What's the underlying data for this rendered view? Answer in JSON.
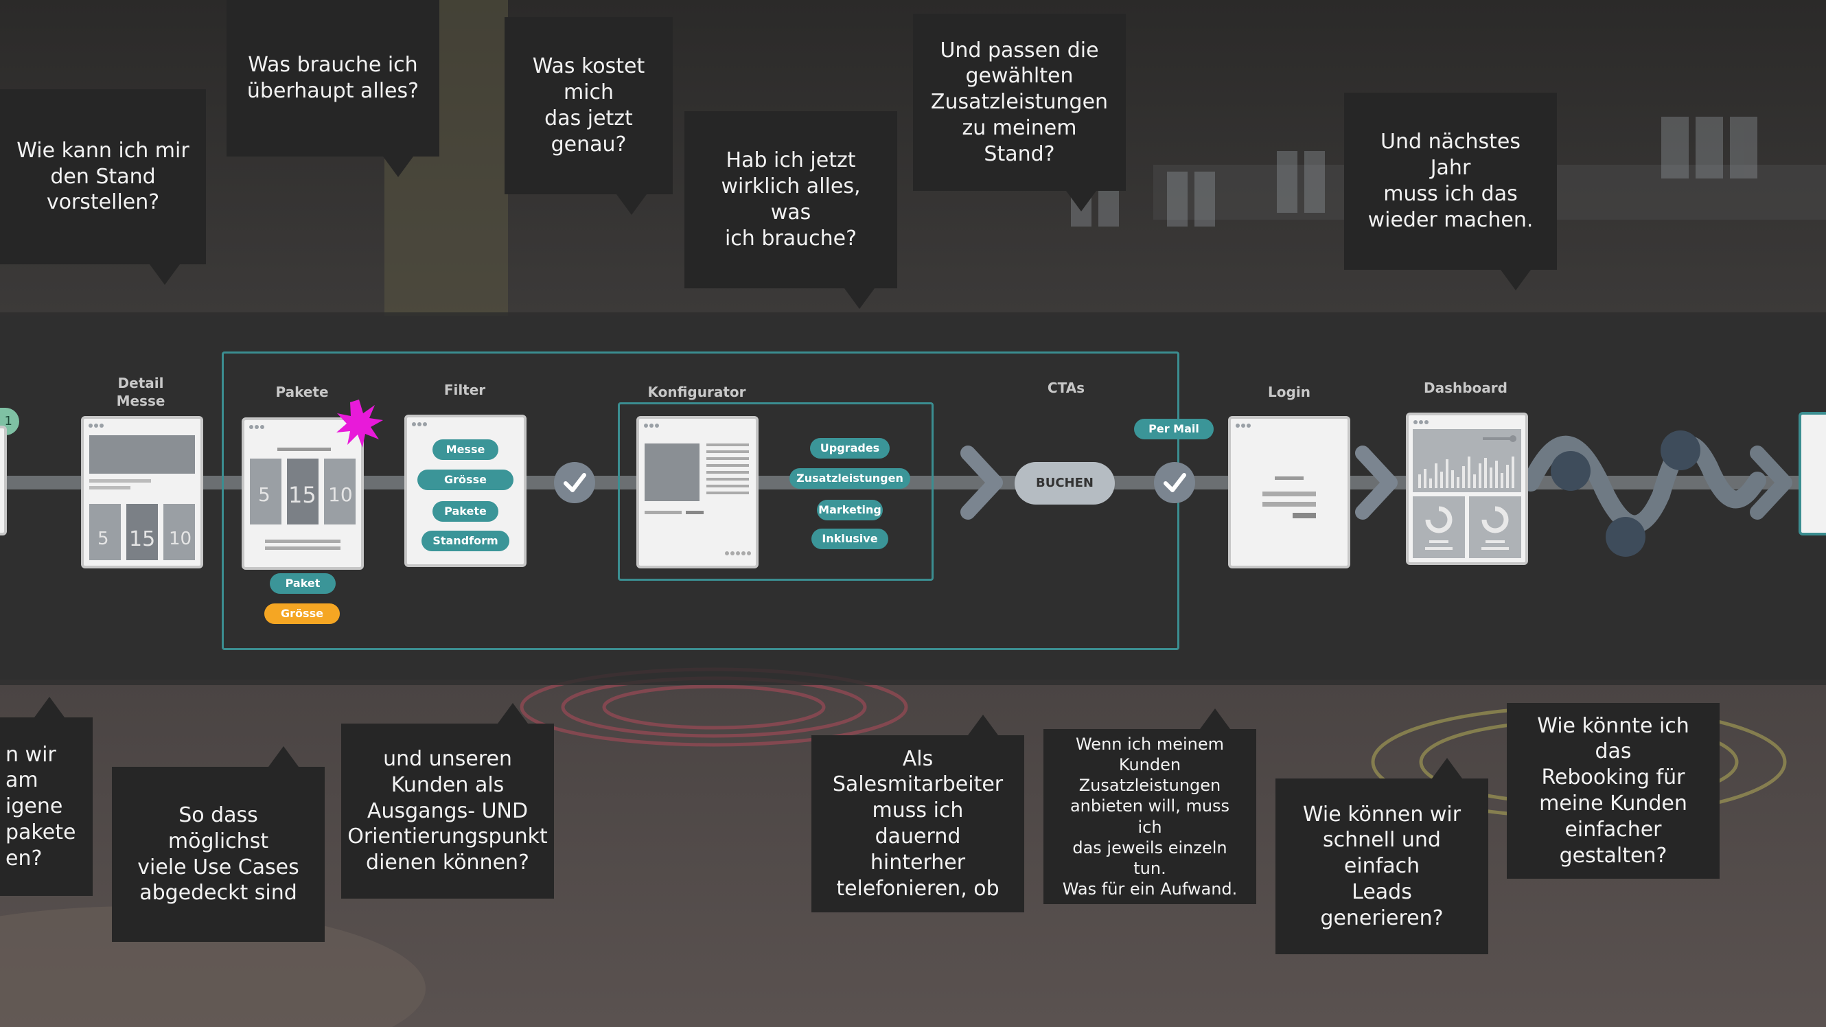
{
  "colors": {
    "accent": "#3b9598",
    "orange": "#f5a623",
    "magenta": "#e81ad9",
    "bubble": "#262626"
  },
  "top_bubbles": [
    {
      "text": "Wie kann ich mir\nden Stand\nvorstellen?"
    },
    {
      "text": "Was brauche ich\nüberhaupt alles?"
    },
    {
      "text": "Was kostet mich\ndas jetzt genau?"
    },
    {
      "text": "Hab ich jetzt\nwirklich alles, was\nich brauche?"
    },
    {
      "text": "Und passen die\ngewählten\nZusatzleistungen\nzu meinem Stand?"
    },
    {
      "text": "Und nächstes Jahr\nmuss ich das\nwieder machen."
    }
  ],
  "bottom_bubbles": [
    {
      "text": "n wir am\nigene\npakete\nen?"
    },
    {
      "text": "So dass möglichst\nviele Use Cases\nabgedeckt sind"
    },
    {
      "text": "und unseren\nKunden als\nAusgangs- UND\nOrientierungspunkt\ndienen können?"
    },
    {
      "text": "Als\nSalesmitarbeiter\nmuss ich dauernd\nhinterher\ntelefonieren, ob"
    },
    {
      "text": "Wenn ich meinem\nKunden\nZusatzleistungen\nanbieten will, muss ich\ndas jeweils einzeln tun.\nWas für ein Aufwand."
    },
    {
      "text": "Wie können wir\nschnell und einfach\nLeads generieren?"
    },
    {
      "text": "Wie könnte ich das\nRebooking für\nmeine Kunden\neinfacher\ngestalten?"
    }
  ],
  "steps": {
    "detail": "Detail\nMesse",
    "pakete": "Pakete",
    "filter": "Filter",
    "konfigurator": "Konfigurator",
    "ctas": "CTAs",
    "login": "Login",
    "dashboard": "Dashboard"
  },
  "detail_numbers": [
    "5",
    "15",
    "10"
  ],
  "pakete_numbers": [
    "5",
    "15",
    "10"
  ],
  "pakete_tags": {
    "paket": "Paket",
    "groesse": "Grösse"
  },
  "filter_pills": [
    "Messe",
    "Grösse",
    "Pakete",
    "Standform"
  ],
  "konfig_pills": [
    "Upgrades",
    "Zusatzleistungen",
    "Marketing",
    "Inklusive"
  ],
  "cta": {
    "per_mail": "Per Mail",
    "buchen": "BUCHEN"
  },
  "badge": "1",
  "icons": [
    "check-icon",
    "arrow-right-icon",
    "starburst-icon",
    "chart-icon",
    "donut-icon"
  ]
}
